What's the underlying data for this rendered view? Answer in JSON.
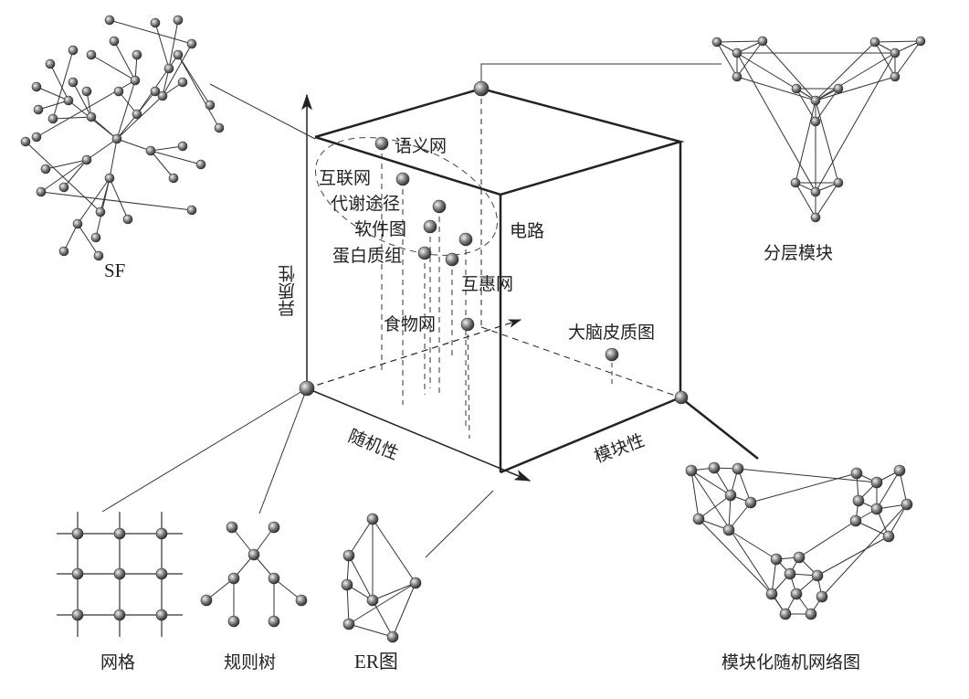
{
  "axes": {
    "heterogeneity": "异质性",
    "randomness": "随机性",
    "modularity": "模块性"
  },
  "networks": {
    "semantic_web": "语义网",
    "internet": "互联网",
    "metabolic_pathways": "代谢途径",
    "software_graph": "软件图",
    "circuits": "电路",
    "proteome": "蛋白质组",
    "mutualistic_network": "互惠网",
    "food_web": "食物网",
    "brain_cortex": "大脑皮质图"
  },
  "examples": {
    "sf": "SF",
    "hierarchical_modules": "分层模块",
    "lattice": "网格",
    "regular_tree": "规则树",
    "er": "ER图",
    "modular_random": "模块化随机网络图"
  }
}
